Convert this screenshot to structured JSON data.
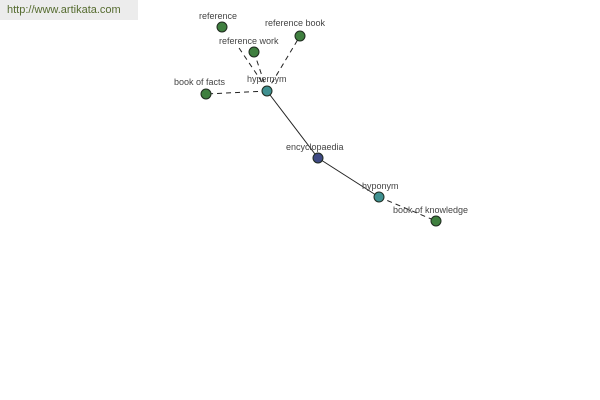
{
  "source": {
    "url_text": "http://www.artikata.com"
  },
  "graph": {
    "nodes": {
      "center": {
        "label": "encyclopaedia",
        "color": "#3f4a84"
      },
      "hypernym": {
        "label": "hypernym",
        "color": "#3f9090"
      },
      "hyponym": {
        "label": "hyponym",
        "color": "#3f9090"
      },
      "reference": {
        "label": "reference",
        "color": "#3f7f3f"
      },
      "reference_work": {
        "label": "reference work",
        "color": "#3f7f3f"
      },
      "reference_book": {
        "label": "reference book",
        "color": "#3f7f3f"
      },
      "book_of_facts": {
        "label": "book of facts",
        "color": "#3f7f3f"
      },
      "book_of_knowledge": {
        "label": "book of knowledge",
        "color": "#3f7f3f"
      }
    }
  }
}
